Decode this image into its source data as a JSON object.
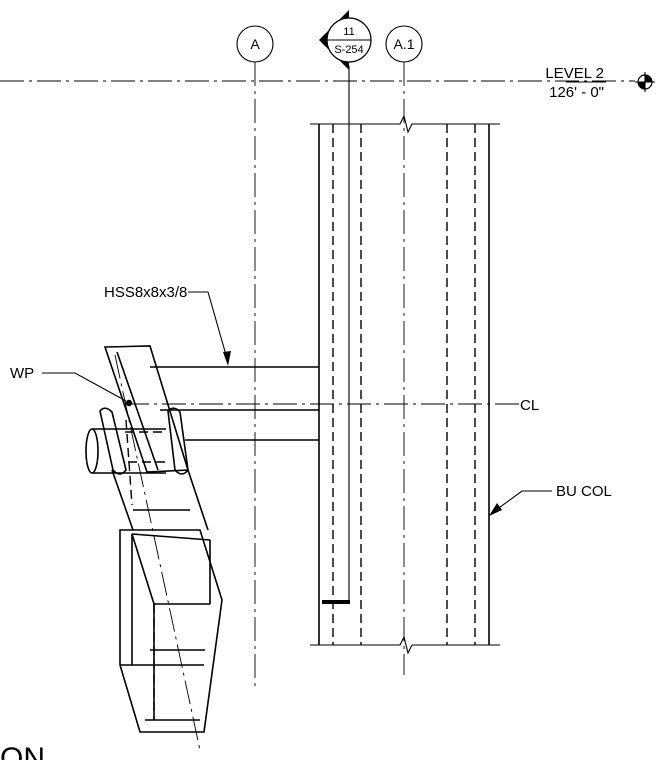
{
  "grid_lines": {
    "a": "A",
    "a1": "A.1"
  },
  "section_marker": {
    "number": "11",
    "sheet": "S-254"
  },
  "level": {
    "name": "LEVEL 2",
    "elevation": "126' - 0\""
  },
  "callouts": {
    "brace": "HSS8x8x3/8",
    "work_point": "WP",
    "centerline": "CL",
    "column": "BU COL"
  },
  "title_fragment": "ON"
}
